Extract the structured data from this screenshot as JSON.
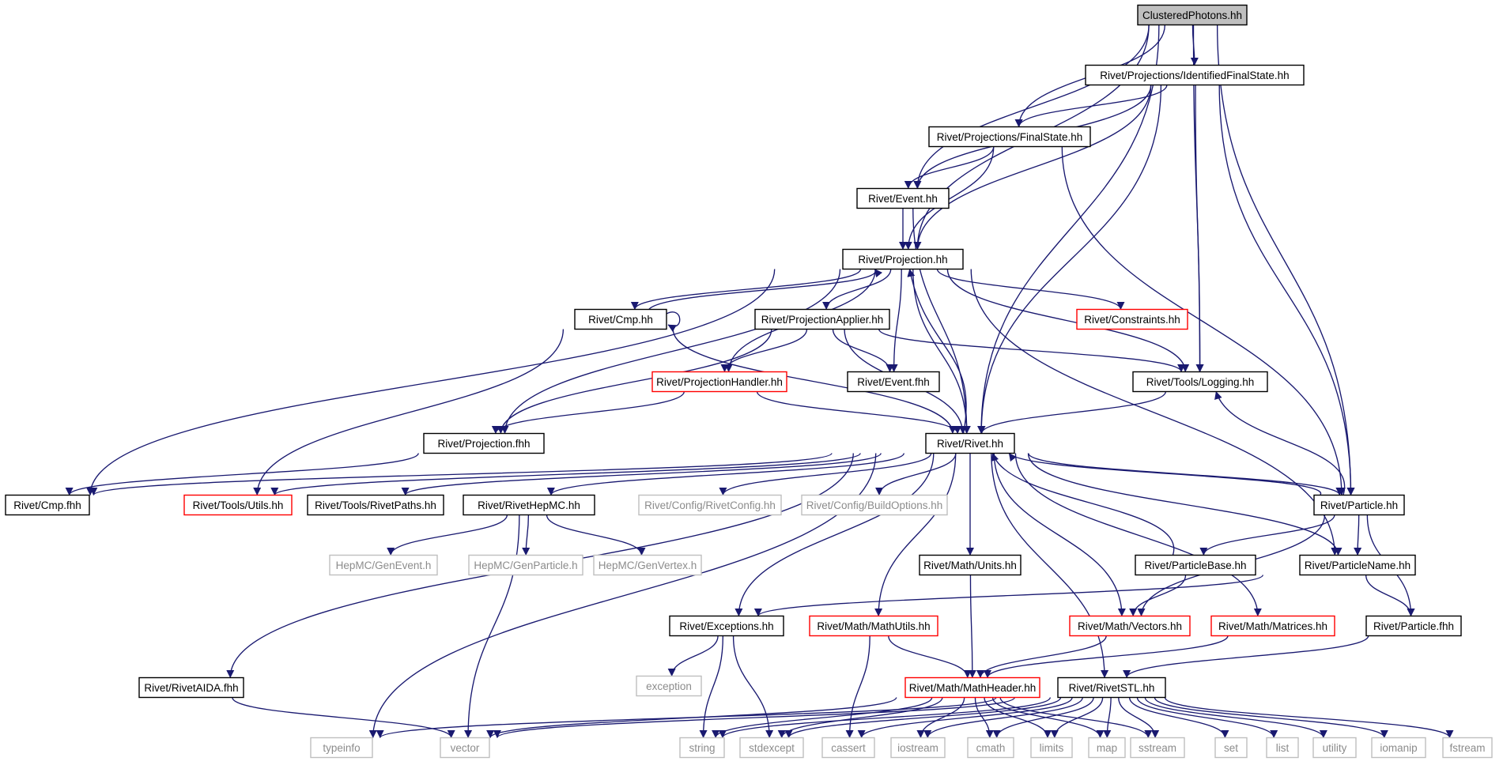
{
  "colors": {
    "edge": "#191970",
    "border_normal": "#000000",
    "border_red": "#ff0000",
    "border_gray": "#bfbfbf",
    "fill_root": "#bfbfbf",
    "fill_normal": "#ffffff"
  },
  "nodes": [
    {
      "id": "clustered",
      "label": "ClusteredPhotons.hh",
      "style": "root"
    },
    {
      "id": "idfs",
      "label": "Rivet/Projections/IdentifiedFinalState.hh",
      "style": "normal"
    },
    {
      "id": "finalstate",
      "label": "Rivet/Projections/FinalState.hh",
      "style": "normal"
    },
    {
      "id": "event",
      "label": "Rivet/Event.hh",
      "style": "normal"
    },
    {
      "id": "projection",
      "label": "Rivet/Projection.hh",
      "style": "normal"
    },
    {
      "id": "cmp",
      "label": "Rivet/Cmp.hh",
      "style": "normal"
    },
    {
      "id": "projapplier",
      "label": "Rivet/ProjectionApplier.hh",
      "style": "normal"
    },
    {
      "id": "constraints",
      "label": "Rivet/Constraints.hh",
      "style": "red"
    },
    {
      "id": "projhandler",
      "label": "Rivet/ProjectionHandler.hh",
      "style": "red"
    },
    {
      "id": "eventfhh",
      "label": "Rivet/Event.fhh",
      "style": "normal"
    },
    {
      "id": "logging",
      "label": "Rivet/Tools/Logging.hh",
      "style": "normal"
    },
    {
      "id": "projfhh",
      "label": "Rivet/Projection.fhh",
      "style": "normal"
    },
    {
      "id": "rivet",
      "label": "Rivet/Rivet.hh",
      "style": "normal"
    },
    {
      "id": "cmpfhh",
      "label": "Rivet/Cmp.fhh",
      "style": "normal"
    },
    {
      "id": "utils",
      "label": "Rivet/Tools/Utils.hh",
      "style": "red"
    },
    {
      "id": "rivetpaths",
      "label": "Rivet/Tools/RivetPaths.hh",
      "style": "normal"
    },
    {
      "id": "hepmc",
      "label": "Rivet/RivetHepMC.hh",
      "style": "normal"
    },
    {
      "id": "rivetconfig",
      "label": "Rivet/Config/RivetConfig.hh",
      "style": "gray"
    },
    {
      "id": "buildoptions",
      "label": "Rivet/Config/BuildOptions.hh",
      "style": "gray"
    },
    {
      "id": "particle",
      "label": "Rivet/Particle.hh",
      "style": "normal"
    },
    {
      "id": "genevent",
      "label": "HepMC/GenEvent.h",
      "style": "gray"
    },
    {
      "id": "genparticle",
      "label": "HepMC/GenParticle.h",
      "style": "gray"
    },
    {
      "id": "genvertex",
      "label": "HepMC/GenVertex.h",
      "style": "gray"
    },
    {
      "id": "units",
      "label": "Rivet/Math/Units.hh",
      "style": "normal"
    },
    {
      "id": "particlebase",
      "label": "Rivet/ParticleBase.hh",
      "style": "normal"
    },
    {
      "id": "particlename",
      "label": "Rivet/ParticleName.hh",
      "style": "normal"
    },
    {
      "id": "exceptions",
      "label": "Rivet/Exceptions.hh",
      "style": "normal"
    },
    {
      "id": "mathutils",
      "label": "Rivet/Math/MathUtils.hh",
      "style": "red"
    },
    {
      "id": "vectors",
      "label": "Rivet/Math/Vectors.hh",
      "style": "red"
    },
    {
      "id": "matrices",
      "label": "Rivet/Math/Matrices.hh",
      "style": "red"
    },
    {
      "id": "particlefhh",
      "label": "Rivet/Particle.fhh",
      "style": "normal"
    },
    {
      "id": "exception",
      "label": "exception",
      "style": "gray"
    },
    {
      "id": "aida",
      "label": "Rivet/RivetAIDA.fhh",
      "style": "normal"
    },
    {
      "id": "mathheader",
      "label": "Rivet/Math/MathHeader.hh",
      "style": "red"
    },
    {
      "id": "rivetstl",
      "label": "Rivet/RivetSTL.hh",
      "style": "normal"
    },
    {
      "id": "typeinfo",
      "label": "typeinfo",
      "style": "gray"
    },
    {
      "id": "vector",
      "label": "vector",
      "style": "gray"
    },
    {
      "id": "string",
      "label": "string",
      "style": "gray"
    },
    {
      "id": "stdexcept",
      "label": "stdexcept",
      "style": "gray"
    },
    {
      "id": "cassert",
      "label": "cassert",
      "style": "gray"
    },
    {
      "id": "iostream",
      "label": "iostream",
      "style": "gray"
    },
    {
      "id": "cmath",
      "label": "cmath",
      "style": "gray"
    },
    {
      "id": "limits",
      "label": "limits",
      "style": "gray"
    },
    {
      "id": "map",
      "label": "map",
      "style": "gray"
    },
    {
      "id": "sstream",
      "label": "sstream",
      "style": "gray"
    },
    {
      "id": "set",
      "label": "set",
      "style": "gray"
    },
    {
      "id": "list",
      "label": "list",
      "style": "gray"
    },
    {
      "id": "utility",
      "label": "utility",
      "style": "gray"
    },
    {
      "id": "iomanip",
      "label": "iomanip",
      "style": "gray"
    },
    {
      "id": "fstream",
      "label": "fstream",
      "style": "gray"
    }
  ],
  "edges": [
    [
      "clustered",
      "idfs"
    ],
    [
      "clustered",
      "finalstate"
    ],
    [
      "clustered",
      "event"
    ],
    [
      "clustered",
      "projection"
    ],
    [
      "clustered",
      "logging"
    ],
    [
      "clustered",
      "rivet"
    ],
    [
      "clustered",
      "particle"
    ],
    [
      "idfs",
      "finalstate"
    ],
    [
      "idfs",
      "event"
    ],
    [
      "idfs",
      "projection"
    ],
    [
      "idfs",
      "logging"
    ],
    [
      "idfs",
      "rivet"
    ],
    [
      "idfs",
      "particle"
    ],
    [
      "finalstate",
      "event"
    ],
    [
      "finalstate",
      "projection"
    ],
    [
      "finalstate",
      "particle"
    ],
    [
      "event",
      "projection"
    ],
    [
      "event",
      "rivet"
    ],
    [
      "projection",
      "cmp"
    ],
    [
      "projection",
      "projapplier"
    ],
    [
      "projection",
      "constraints"
    ],
    [
      "projection",
      "projhandler"
    ],
    [
      "projection",
      "eventfhh"
    ],
    [
      "projection",
      "logging"
    ],
    [
      "projection",
      "projfhh"
    ],
    [
      "projection",
      "rivet"
    ],
    [
      "projection",
      "cmpfhh"
    ],
    [
      "projection",
      "particlename"
    ],
    [
      "cmp",
      "projection"
    ],
    [
      "cmp",
      "cmp"
    ],
    [
      "cmp",
      "rivet"
    ],
    [
      "cmp",
      "utils"
    ],
    [
      "projapplier",
      "projhandler"
    ],
    [
      "projapplier",
      "eventfhh"
    ],
    [
      "projapplier",
      "logging"
    ],
    [
      "projapplier",
      "projfhh"
    ],
    [
      "projapplier",
      "rivet"
    ],
    [
      "projhandler",
      "projfhh"
    ],
    [
      "projhandler",
      "rivet"
    ],
    [
      "logging",
      "rivet"
    ],
    [
      "projfhh",
      "cmpfhh"
    ],
    [
      "rivet",
      "projection"
    ],
    [
      "rivet",
      "cmpfhh"
    ],
    [
      "rivet",
      "utils"
    ],
    [
      "rivet",
      "rivetpaths"
    ],
    [
      "rivet",
      "hepmc"
    ],
    [
      "rivet",
      "rivetconfig"
    ],
    [
      "rivet",
      "buildoptions"
    ],
    [
      "rivet",
      "particle"
    ],
    [
      "rivet",
      "units"
    ],
    [
      "rivet",
      "particlename"
    ],
    [
      "rivet",
      "exceptions"
    ],
    [
      "rivet",
      "mathutils"
    ],
    [
      "rivet",
      "vectors"
    ],
    [
      "rivet",
      "matrices"
    ],
    [
      "rivet",
      "aida"
    ],
    [
      "rivet",
      "rivetstl"
    ],
    [
      "rivet",
      "typeinfo"
    ],
    [
      "hepmc",
      "genevent"
    ],
    [
      "hepmc",
      "genparticle"
    ],
    [
      "hepmc",
      "genvertex"
    ],
    [
      "hepmc",
      "vector"
    ],
    [
      "particle",
      "rivet"
    ],
    [
      "particle",
      "logging"
    ],
    [
      "particle",
      "particlebase"
    ],
    [
      "particle",
      "particlename"
    ],
    [
      "particle",
      "particlefhh"
    ],
    [
      "particle",
      "vectors"
    ],
    [
      "particlebase",
      "rivet"
    ],
    [
      "particlebase",
      "vectors"
    ],
    [
      "particlename",
      "exceptions"
    ],
    [
      "particlename",
      "particlefhh"
    ],
    [
      "units",
      "mathheader"
    ],
    [
      "exceptions",
      "exception"
    ],
    [
      "exceptions",
      "string"
    ],
    [
      "exceptions",
      "stdexcept"
    ],
    [
      "mathutils",
      "mathheader"
    ],
    [
      "mathutils",
      "cassert"
    ],
    [
      "vectors",
      "mathheader"
    ],
    [
      "matrices",
      "mathheader"
    ],
    [
      "particlefhh",
      "rivetstl"
    ],
    [
      "aida",
      "vector"
    ],
    [
      "mathheader",
      "vector"
    ],
    [
      "mathheader",
      "string"
    ],
    [
      "mathheader",
      "stdexcept"
    ],
    [
      "mathheader",
      "iostream"
    ],
    [
      "mathheader",
      "cmath"
    ],
    [
      "mathheader",
      "limits"
    ],
    [
      "mathheader",
      "map"
    ],
    [
      "mathheader",
      "sstream"
    ],
    [
      "rivetstl",
      "typeinfo"
    ],
    [
      "rivetstl",
      "vector"
    ],
    [
      "rivetstl",
      "string"
    ],
    [
      "rivetstl",
      "stdexcept"
    ],
    [
      "rivetstl",
      "cassert"
    ],
    [
      "rivetstl",
      "iostream"
    ],
    [
      "rivetstl",
      "cmath"
    ],
    [
      "rivetstl",
      "limits"
    ],
    [
      "rivetstl",
      "map"
    ],
    [
      "rivetstl",
      "sstream"
    ],
    [
      "rivetstl",
      "set"
    ],
    [
      "rivetstl",
      "list"
    ],
    [
      "rivetstl",
      "utility"
    ],
    [
      "rivetstl",
      "iomanip"
    ],
    [
      "rivetstl",
      "fstream"
    ]
  ]
}
